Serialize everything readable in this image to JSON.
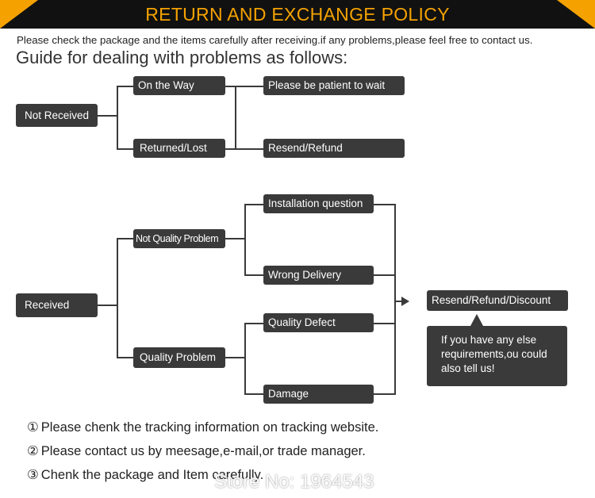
{
  "banner": {
    "title": "RETURN AND EXCHANGE POLICY"
  },
  "intro": "Please check the package and the items carefully after receiving.if any problems,please feel free to contact us.",
  "guide_title": "Guide for dealing with problems as follows:",
  "not_received": {
    "root": "Not Received",
    "branches": [
      "On the Way",
      "Returned/Lost"
    ],
    "outcomes": [
      "Please be patient to wait",
      "Resend/Refund"
    ]
  },
  "received": {
    "root": "Received",
    "branches": [
      "Not Quality Problem",
      "Quality Problem"
    ],
    "leaves": [
      "Installation question",
      "Wrong Delivery",
      "Quality Defect",
      "Damage"
    ],
    "outcome": "Resend/Refund/Discount",
    "note": "If you have any else requirements,ou could also tell us!"
  },
  "steps": [
    {
      "num": "①",
      "text": "Please chenk the tracking information on tracking website."
    },
    {
      "num": "②",
      "text": "Please contact us by meesage,e-mail,or trade manager."
    },
    {
      "num": "③",
      "text": "Chenk the package and Item carefully."
    }
  ],
  "watermark": "Store No: 1964543",
  "colors": {
    "accent": "#f5a200",
    "banner": "#111111",
    "box": "#3a3a3a"
  }
}
